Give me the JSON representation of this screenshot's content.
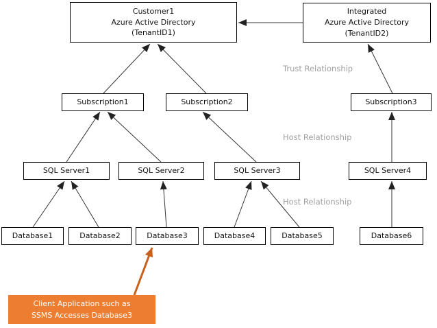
{
  "diagram": {
    "nodes": {
      "customer1": {
        "label": "Customer1\nAzure Active Directory\n(TenantID1)"
      },
      "integrated": {
        "label": "Integrated\nAzure Active Directory\n(TenantID2)"
      },
      "subscription1": {
        "label": "Subscription1"
      },
      "subscription2": {
        "label": "Subscription2"
      },
      "subscription3": {
        "label": "Subscription3"
      },
      "sql_server1": {
        "label": "SQL Server1"
      },
      "sql_server2": {
        "label": "SQL Server2"
      },
      "sql_server3": {
        "label": "SQL Server3"
      },
      "sql_server4": {
        "label": "SQL Server4"
      },
      "database1": {
        "label": "Database1"
      },
      "database2": {
        "label": "Database2"
      },
      "database3": {
        "label": "Database3"
      },
      "database4": {
        "label": "Database4"
      },
      "database5": {
        "label": "Database5"
      },
      "database6": {
        "label": "Database6"
      },
      "client_app": {
        "label": "Client Application such as\nSSMS Accesses Database3"
      }
    },
    "labels": {
      "trust_relationship": "Trust Relationship",
      "host_relationship_upper": "Host Relationship",
      "host_relationship_lower": "Host Relationship"
    },
    "colors": {
      "box_border": "#000000",
      "connector": "#333333",
      "relationship_label": "#a0a0a0",
      "client_box_bg": "#ed7d31",
      "client_box_text": "#ffffff",
      "client_arrow": "#c9611c"
    }
  }
}
